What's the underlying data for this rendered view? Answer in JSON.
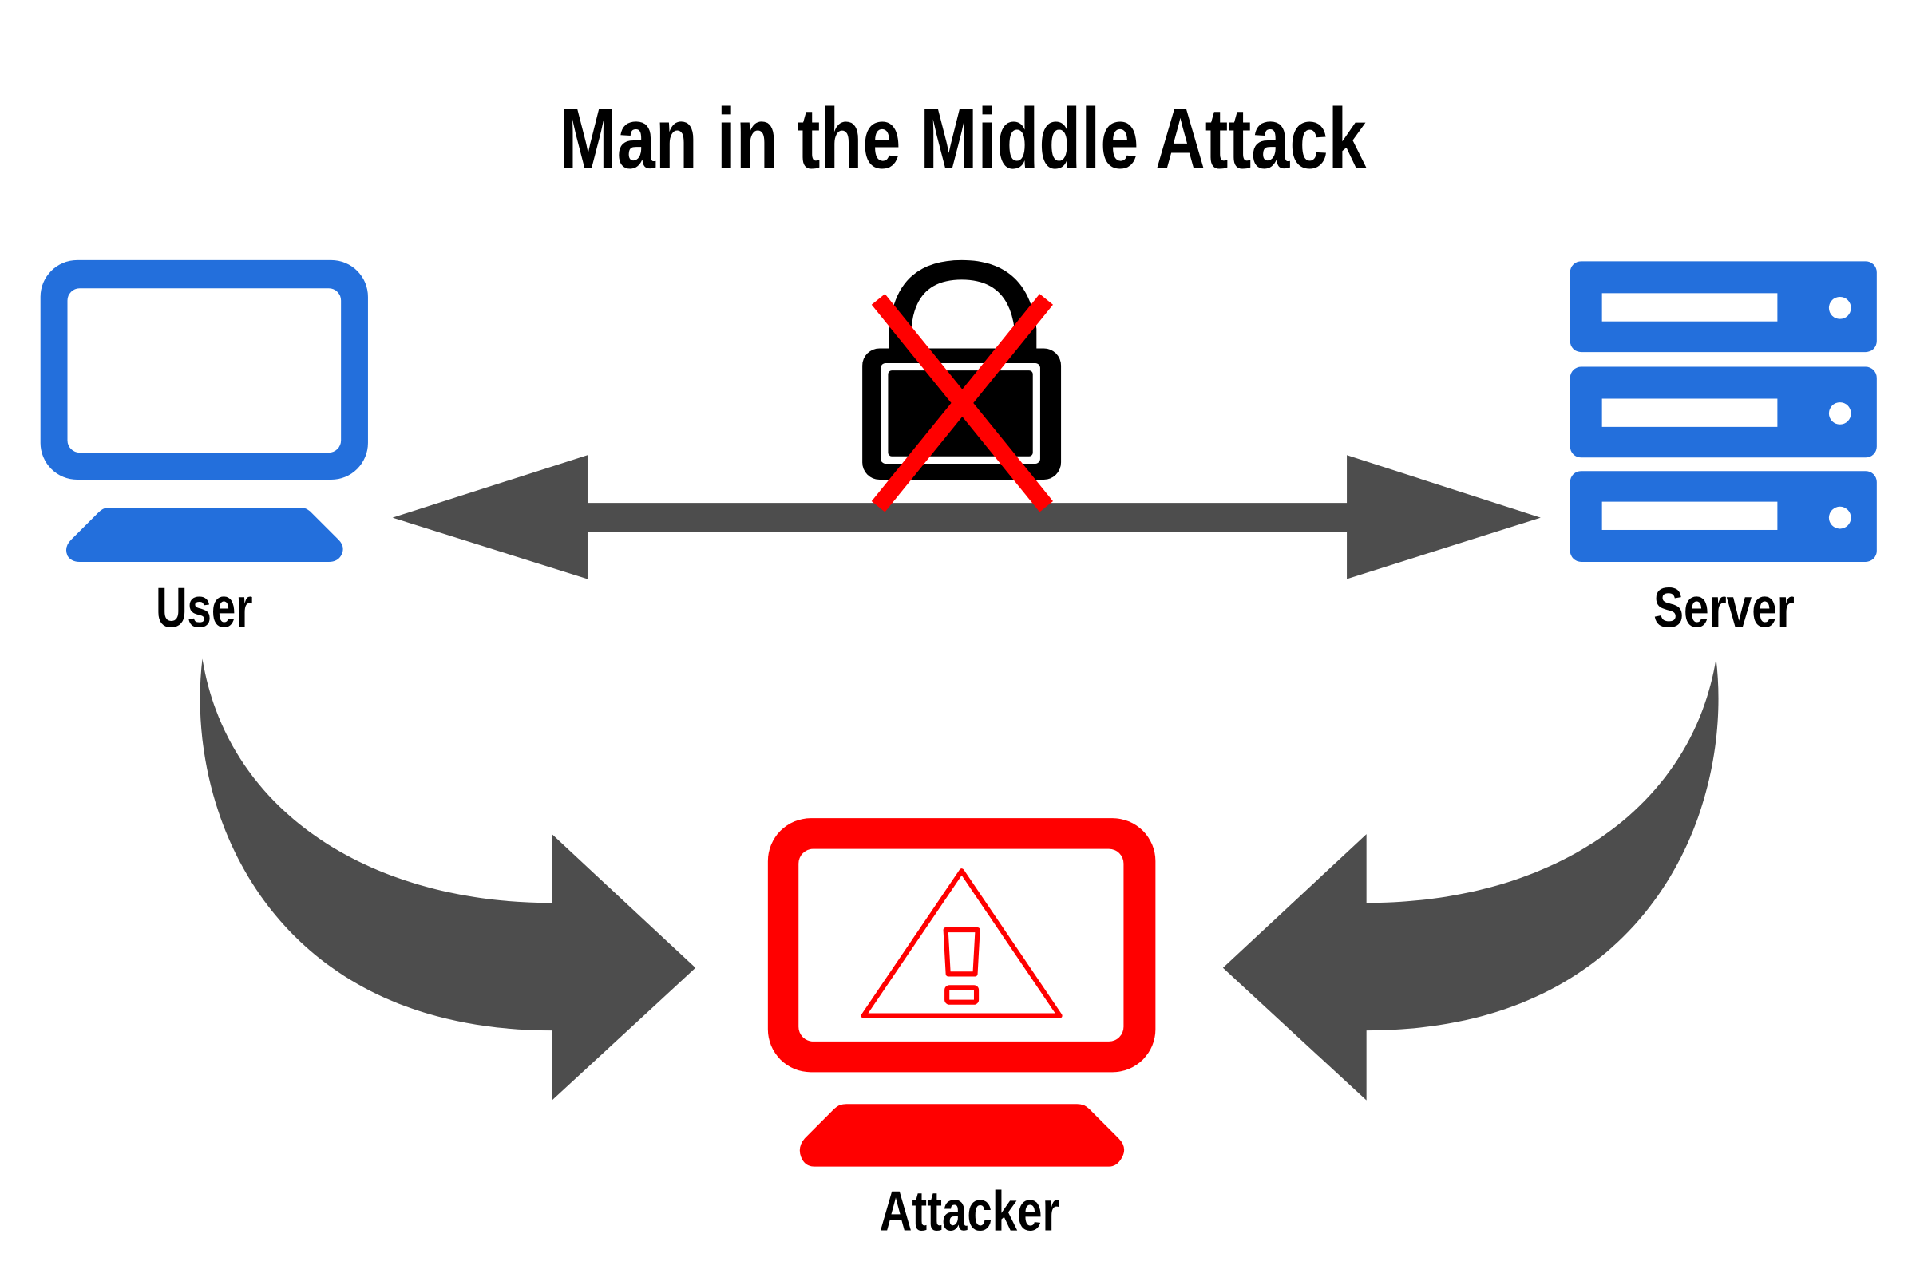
{
  "title": "Man in the Middle Attack",
  "nodes": {
    "user": {
      "label": "User",
      "icon": "monitor-icon"
    },
    "server": {
      "label": "Server",
      "icon": "server-rack-icon"
    },
    "attacker": {
      "label": "Attacker",
      "icon": "warning-monitor-icon"
    }
  },
  "connection": {
    "icon": "broken-lock-icon",
    "status": "blocked"
  },
  "colors": {
    "user": "#236fdc",
    "server": "#236fdc",
    "attacker": "#ff0000",
    "arrow": "#4d4d4d",
    "cross": "#ff0000"
  }
}
